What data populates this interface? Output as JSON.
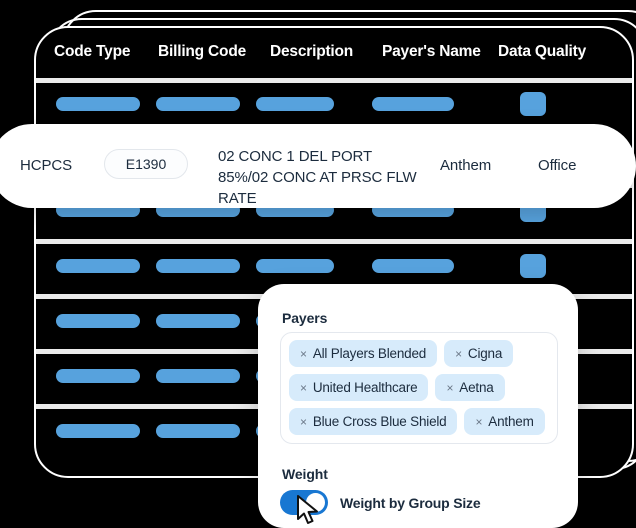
{
  "table": {
    "columns": [
      {
        "label": "Code Type"
      },
      {
        "label": "Billing Code"
      },
      {
        "label": "Description"
      },
      {
        "label": "Payer's Name"
      },
      {
        "label": "Data Quality"
      }
    ],
    "highlighted_row": {
      "code_type": "HCPCS",
      "billing_code": "E1390",
      "description": "02 CONC 1 DEL PORT 85%/02 CONC AT PRSC FLW RATE",
      "payer_name": "Anthem",
      "data_quality": "Office"
    },
    "skeleton_row_count": 7
  },
  "panel": {
    "payers_label": "Payers",
    "payers": [
      {
        "label": "All Players Blended",
        "remove": "×"
      },
      {
        "label": "Cigna",
        "remove": "×"
      },
      {
        "label": "United Healthcare",
        "remove": "×"
      },
      {
        "label": "Aetna",
        "remove": "×"
      },
      {
        "label": "Blue Cross Blue Shield",
        "remove": "×"
      },
      {
        "label": "Anthem",
        "remove": "×"
      }
    ],
    "weight_label": "Weight",
    "weight_toggle": {
      "label": "Weight by Group Size",
      "state": "on"
    }
  },
  "colors": {
    "background": "#000000",
    "accent_blue": "#57a2dd",
    "toggle_blue": "#1877d2",
    "chip_blue": "#d7ebfb",
    "text_navy": "#1c2c3e",
    "card_white": "#ffffff"
  }
}
